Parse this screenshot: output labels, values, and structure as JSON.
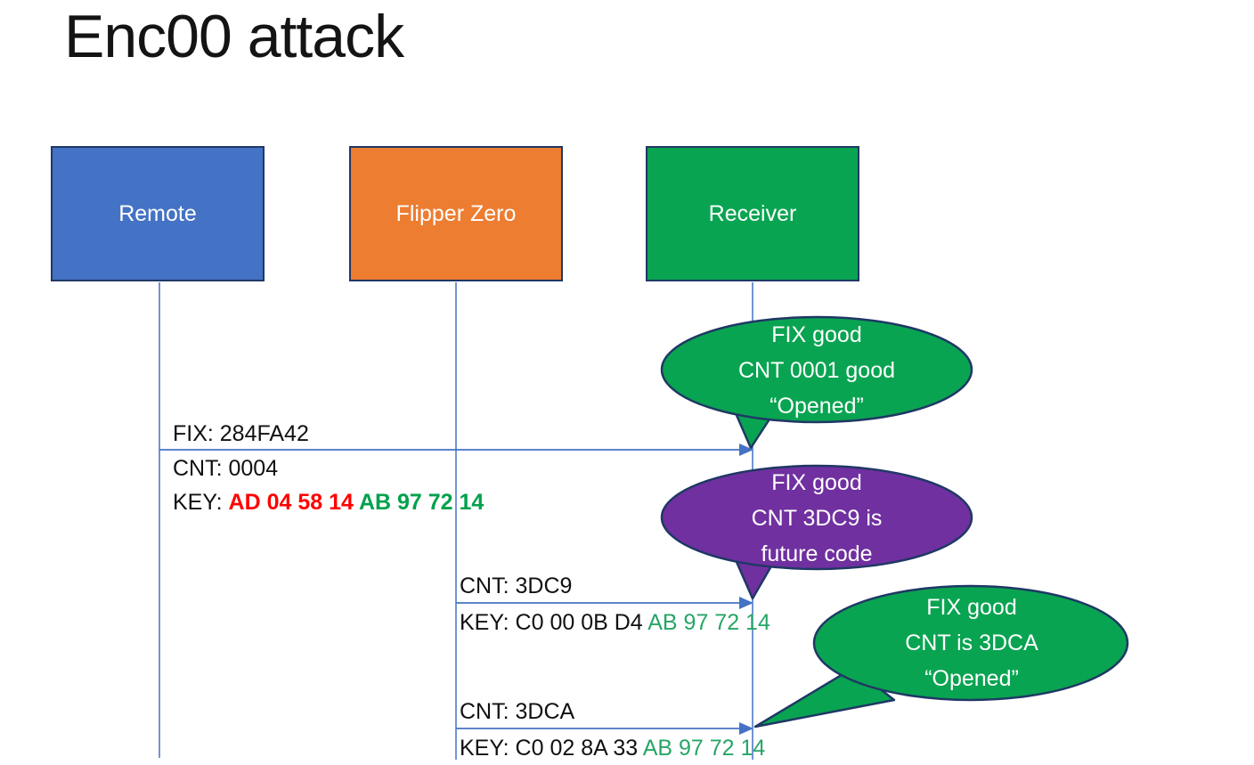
{
  "title": "Enc00 attack",
  "colors": {
    "remote_fill": "#4472C4",
    "flipper_fill": "#ED7D31",
    "receiver_fill": "#09A451",
    "callout_green": "#09A451",
    "callout_purple": "#7030A0",
    "outline_navy": "#1F3864",
    "connector_blue": "#4472C4",
    "key_red_text": "#FF0000",
    "key_green_bold_text": "#00A14C",
    "key_green_text": "#27A567"
  },
  "actors": [
    {
      "label": "Remote"
    },
    {
      "label": "Flipper Zero"
    },
    {
      "label": "Receiver"
    }
  ],
  "messages": [
    {
      "line_above": "FIX: 284FA42",
      "line_below": "CNT: 0004",
      "key_prefix": "KEY: ",
      "key_red": "AD 04 58 14 ",
      "key_green": "AB 97 72 14"
    },
    {
      "line_above": "CNT: 3DC9",
      "key_prefix": "KEY: C0 00 0B D4 ",
      "key_green": "AB 97 72 14"
    },
    {
      "line_above": "CNT: 3DCA",
      "key_prefix": "KEY: C0 02 8A 33 ",
      "key_green": "AB 97 72 14"
    }
  ],
  "callouts": [
    {
      "lines": [
        "FIX good",
        "CNT 0001 good",
        "“Opened”"
      ]
    },
    {
      "lines": [
        "FIX good",
        "CNT 3DC9 is",
        "future code"
      ]
    },
    {
      "lines": [
        "FIX good",
        "CNT is 3DCA",
        "“Opened”"
      ]
    }
  ]
}
